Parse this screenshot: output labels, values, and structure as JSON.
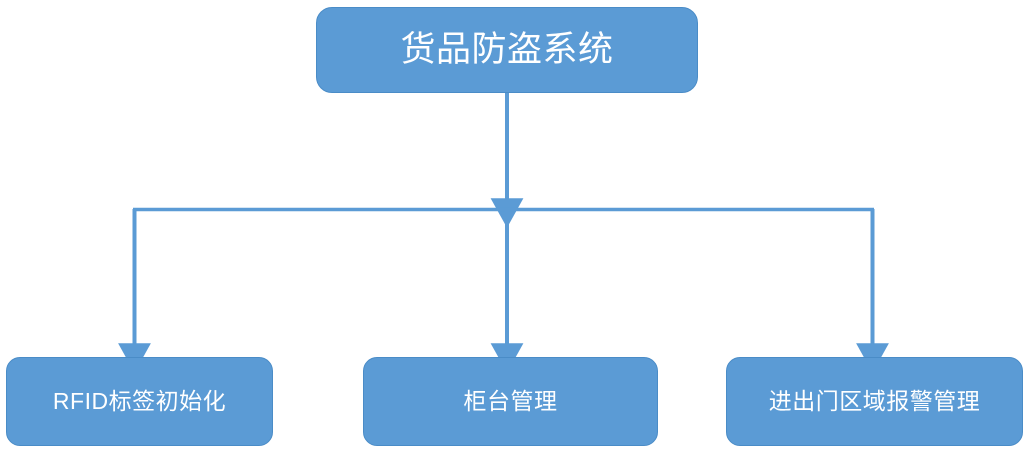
{
  "diagram": {
    "type": "hierarchy-tree",
    "orientation": "top-down",
    "colors": {
      "node_fill": "#5b9bd5",
      "node_border": "#4a8cc7",
      "node_text": "#ffffff",
      "connector": "#5b9bd5",
      "background": "#ffffff"
    },
    "root": {
      "label": "货品防盗系统"
    },
    "children": [
      {
        "label": "RFID标签初始化"
      },
      {
        "label": "柜台管理"
      },
      {
        "label": "进出门区域报警管理"
      }
    ],
    "connectors": [
      {
        "name": "root-to-bus",
        "from": "货品防盗系统",
        "to": "distribution-bus",
        "arrow": true
      },
      {
        "name": "bus-to-rfid",
        "from": "distribution-bus",
        "to": "RFID标签初始化",
        "arrow": true
      },
      {
        "name": "bus-to-counter",
        "from": "distribution-bus",
        "to": "柜台管理",
        "arrow": true
      },
      {
        "name": "bus-to-gate",
        "from": "distribution-bus",
        "to": "进出门区域报警管理",
        "arrow": true
      }
    ]
  }
}
